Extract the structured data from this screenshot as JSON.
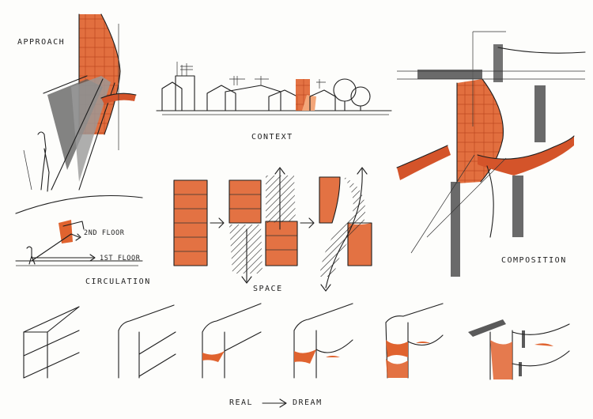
{
  "labels": {
    "approach": "APPROACH",
    "context": "CONTEXT",
    "composition": "COMPOSITION",
    "circulation": "CIRCULATION",
    "second_floor": "2ND FLOOR",
    "first_floor": "1ST FLOOR",
    "space": "SPACE",
    "real": "REAL",
    "dream": "DREAM"
  },
  "colors": {
    "accent_orange": "#e0632f",
    "ink": "#1e1e1e",
    "shadow_grey": "#5a5a5a",
    "paper": "#fdfdfb"
  }
}
